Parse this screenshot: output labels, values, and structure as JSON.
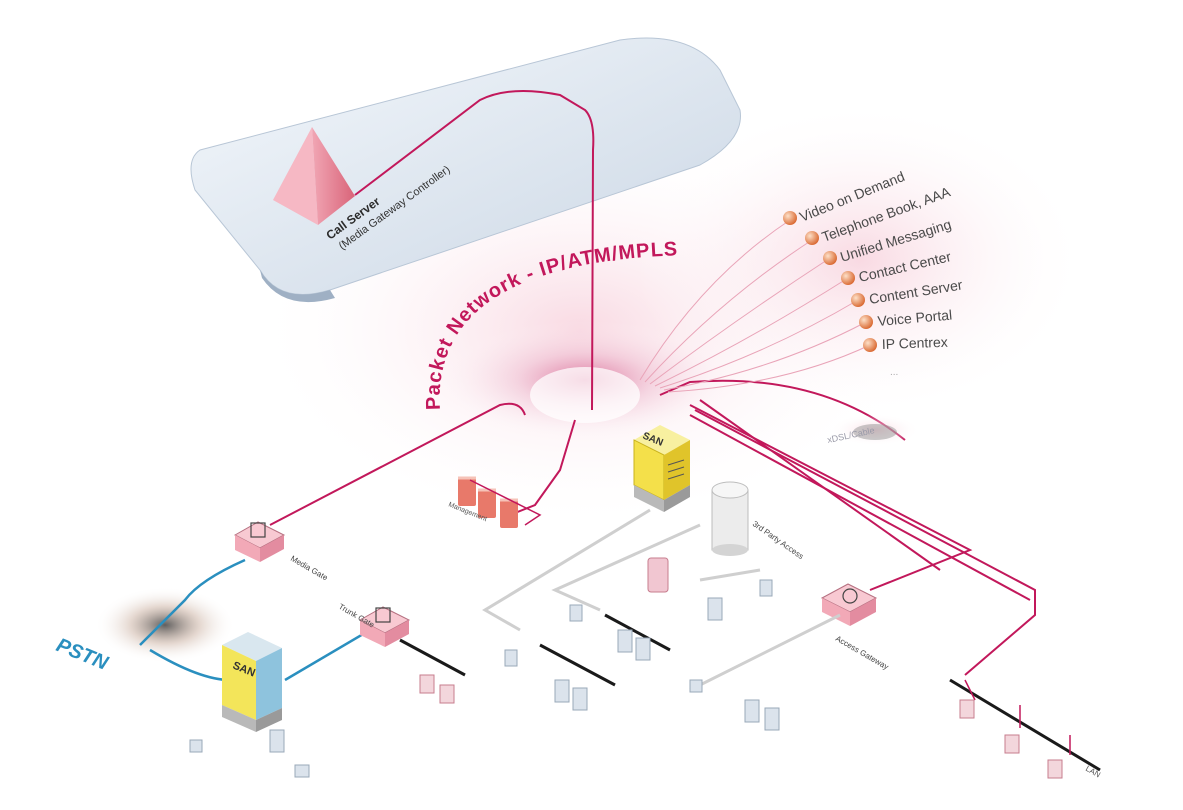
{
  "call_server": {
    "title": "Call Server",
    "subtitle": "(Media Gateway Controller)"
  },
  "packet_network": {
    "label": "Packet Network - IP/ATM/MPLS"
  },
  "pstn": {
    "label": "PSTN"
  },
  "services": {
    "items": [
      "Video on Demand",
      "Telephone Book, AAA",
      "Unified Messaging",
      "Contact Center",
      "Content Server",
      "Voice Portal",
      "IP Centrex"
    ],
    "more": "..."
  },
  "nodes": {
    "san_top": "SAN",
    "san_left": "SAN",
    "media_gw": "Media Gate",
    "trunk_gw": "Trunk Gate",
    "management": "Management",
    "third_party": "3rd Party Access",
    "access_gw": "Access Gateway",
    "wan_lines": "xDSL/Cable",
    "lan": "LAN"
  },
  "colors": {
    "accent": "#c2185b",
    "pstn_blue": "#2a8fbf",
    "orb": "#e8864a",
    "san_yellow": "#f4e04a"
  }
}
